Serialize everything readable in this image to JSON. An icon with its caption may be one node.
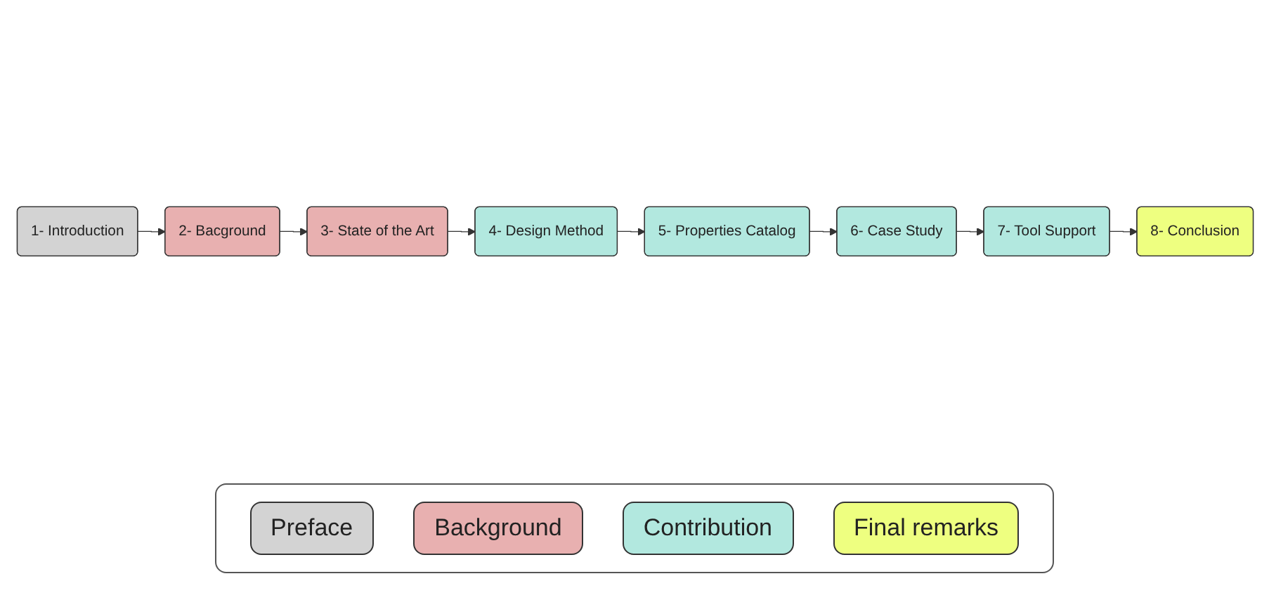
{
  "diagram": {
    "nodes": [
      {
        "text": [
          "1- Introduction"
        ]
      },
      {
        "text": [
          "2- Bacground"
        ]
      },
      {
        "text": [
          "3- State of the Art"
        ]
      },
      {
        "text": [
          "4- Design Method"
        ]
      },
      {
        "text": [
          "5- Properties Catalog"
        ]
      },
      {
        "text": [
          "6- Case Study"
        ]
      },
      {
        "text": [
          "7- Tool Support"
        ]
      },
      {
        "text": [
          "8- Conclusion"
        ]
      }
    ],
    "edges": [
      {
        "from": 0,
        "to": 1,
        "arrow": "to"
      },
      {
        "from": 1,
        "to": 2,
        "arrow": "to"
      },
      {
        "from": 2,
        "to": 3,
        "arrow": "to"
      },
      {
        "from": 3,
        "to": 4,
        "arrow": "to"
      },
      {
        "from": 4,
        "to": 5,
        "arrow": "to"
      },
      {
        "from": 5,
        "to": 6,
        "arrow": "to"
      },
      {
        "from": 6,
        "to": 7,
        "arrow": "to"
      }
    ],
    "legend": [
      {
        "text": "Preface",
        "color": "#d3d3d3"
      },
      {
        "text": "Background",
        "color": "#e8b0b0"
      },
      {
        "text": "Contribution",
        "color": "#b2e8df"
      },
      {
        "text": "Final remarks",
        "color": "#eeff80"
      }
    ]
  }
}
